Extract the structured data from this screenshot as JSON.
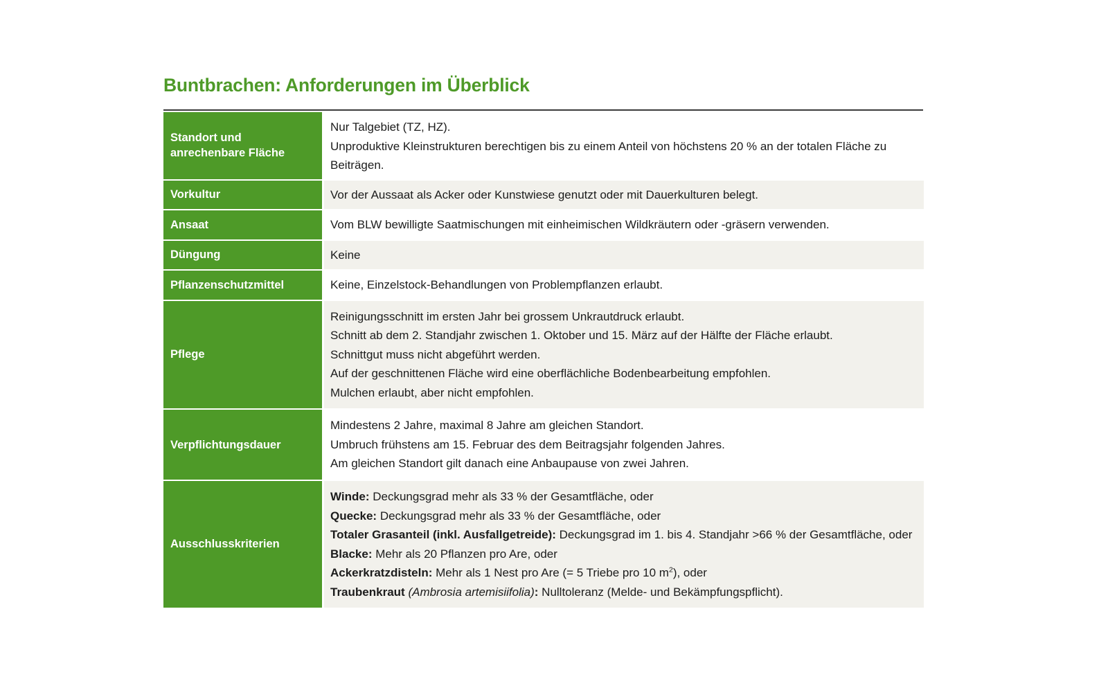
{
  "document": {
    "title": "Buntbrachen: Anforderungen im Überblick",
    "title_color": "#4E9A28",
    "label_bg_color": "#4E9A28",
    "alt_row_bg_color": "#F2F1EC",
    "rule_color": "#3B3B3B"
  },
  "table": {
    "rows": [
      {
        "label": "Standort und\nanrechenbare Fläche",
        "label_line1": "Standort und",
        "label_line2": "anrechenbare Fläche",
        "shaded": false,
        "lines": [
          "Nur Talgebiet (TZ, HZ).",
          "Unproduktive Kleinstrukturen berechtigen bis zu einem Anteil von höchstens 20 % an der totalen Fläche zu Beiträgen."
        ]
      },
      {
        "label": "Vorkultur",
        "shaded": true,
        "lines": [
          "Vor der Aussaat als Acker oder Kunstwiese genutzt oder mit Dauerkulturen belegt."
        ]
      },
      {
        "label": "Ansaat",
        "shaded": false,
        "lines": [
          "Vom BLW bewilligte Saatmischungen mit einheimischen Wildkräutern oder -gräsern verwenden."
        ]
      },
      {
        "label": "Düngung",
        "shaded": true,
        "lines": [
          "Keine"
        ]
      },
      {
        "label": "Pflanzenschutzmittel",
        "shaded": false,
        "lines": [
          "Keine, Einzelstock-Behandlungen von Problempflanzen erlaubt."
        ]
      },
      {
        "label": "Pflege",
        "shaded": true,
        "lines": [
          "Reinigungsschnitt im ersten Jahr bei grossem Unkrautdruck erlaubt.",
          "Schnitt ab dem 2. Standjahr zwischen 1. Oktober und 15. März auf der Hälfte der Fläche erlaubt.",
          "Schnittgut muss nicht abgeführt werden.",
          "Auf der geschnittenen Fläche wird eine oberflächliche Bodenbearbeitung empfohlen.",
          "Mulchen erlaubt, aber nicht empfohlen."
        ]
      },
      {
        "label": "Verpflichtungsdauer",
        "shaded": false,
        "lines": [
          "Mindestens 2 Jahre, maximal 8 Jahre am gleichen Standort.",
          "Umbruch frühstens am 15. Februar des dem Beitragsjahr folgenden Jahres.",
          "Am gleichen Standort gilt danach eine Anbaupause von zwei Jahren."
        ]
      },
      {
        "label": "Ausschlusskriterien",
        "shaded": true,
        "criteria": [
          {
            "term": "Winde:",
            "text": " Deckungsgrad mehr als 33 % der Gesamtfläche, oder"
          },
          {
            "term": "Quecke:",
            "text": " Deckungsgrad mehr als 33 % der Gesamtfläche, oder"
          },
          {
            "term": "Totaler Grasanteil (inkl. Ausfallgetreide):",
            "text": " Deckungsgrad im 1. bis 4. Standjahr >66 % der Gesamtfläche, oder"
          },
          {
            "term": "Blacke:",
            "text": " Mehr als 20 Pflanzen pro Are, oder"
          },
          {
            "term": "Ackerkratzdisteln:",
            "text_before_sup": " Mehr als 1 Nest pro Are (= 5 Triebe pro 10 m",
            "sup": "2",
            "text_after_sup": "), oder"
          },
          {
            "term": "Traubenkraut",
            "italic": "(Ambrosia artemisiifolia)",
            "term_suffix": ":",
            "text": " Nulltoleranz (Melde- und Bekämpfungspflicht)."
          }
        ]
      }
    ]
  }
}
